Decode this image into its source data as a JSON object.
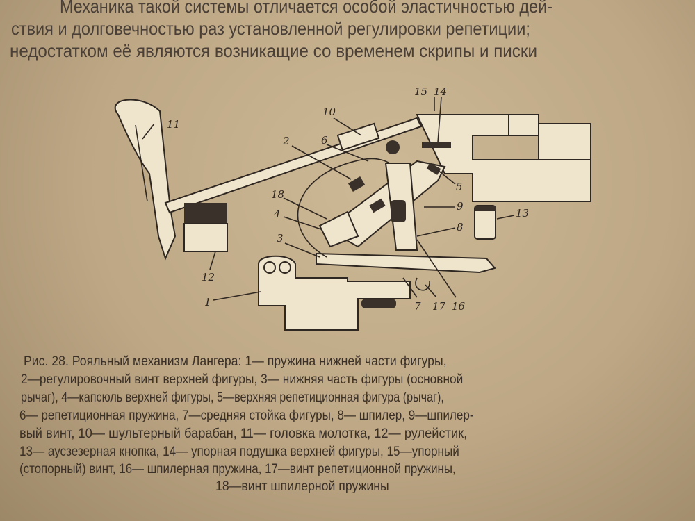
{
  "body_text": [
    "Механика такой системы отличается особой эластичностью дей-",
    "ствия и долговечностью раз установленной регулировки репетиции;",
    "недостатком её являются возникащие со временем скрипы и писки"
  ],
  "figure": {
    "labels": [
      "1",
      "2",
      "3",
      "4",
      "5",
      "6",
      "7",
      "8",
      "9",
      "10",
      "11",
      "12",
      "13",
      "14",
      "15",
      "16",
      "17",
      "18"
    ]
  },
  "caption": [
    "Рис. 28. Рояльный механизм Лангера: 1— пружина нижней части фигуры,",
    "2—регулировочный винт верхней фигуры, 3— нижняя часть фигуры (основной",
    "рычаг), 4—капсюль верхней фигуры, 5—верхняя репетиционная фигура (рычаг),",
    "6— репетиционная пружина, 7—средняя стойка фигуры, 8— шпилер, 9—шпилер-",
    "вый винт, 10— шультерный барабан, 11— головка молотка, 12— рулейстик,",
    "13— аусзезерная кнопка, 14— упорная подушка верхней фигуры, 15—упорный",
    "(стопорный) винт, 16— шпилерная пружина, 17—винт репетиционной пружины,",
    "18—винт шпилерной пружины"
  ]
}
